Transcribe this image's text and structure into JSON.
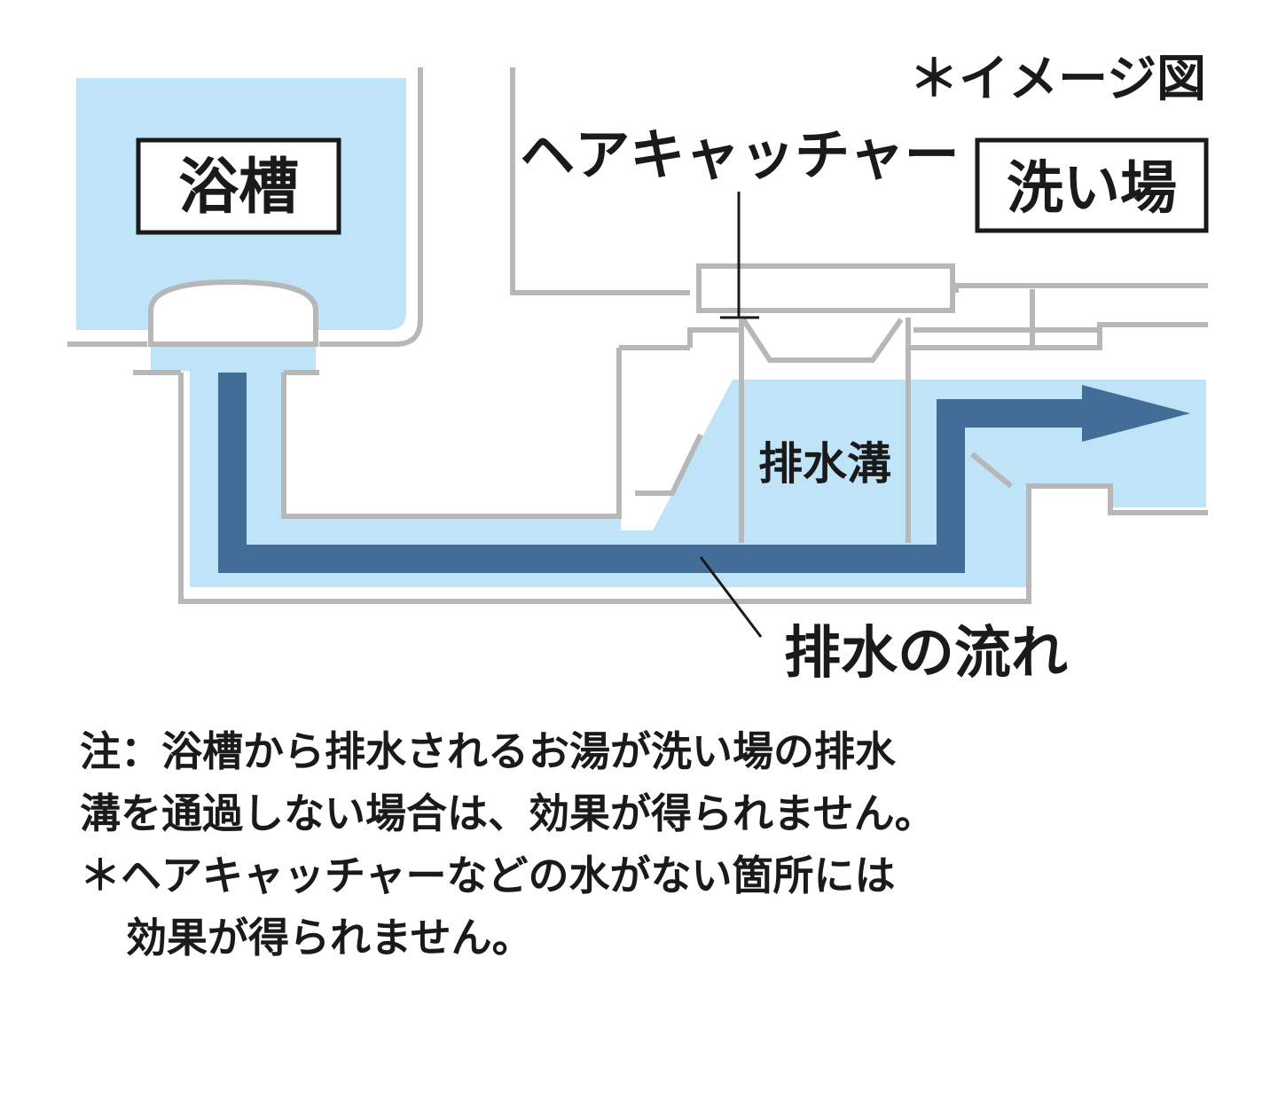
{
  "image_note": "＊イメージ図",
  "labels": {
    "bathtub": "浴槽",
    "washing_area": "洗い場",
    "hair_catcher": "ヘアキャッチャー",
    "drain_channel": "排水溝",
    "drain_flow": "排水の流れ"
  },
  "notes": {
    "line1": "注：浴槽から排水されるお湯が洗い場の排水",
    "line2": "溝を通過しない場合は、効果が得られません。",
    "line3": "＊ヘアキャッチャーなどの水がない箇所には",
    "line4": "効果が得られません。"
  },
  "colors": {
    "water": "#bfe3f7",
    "outline": "#b7b7b7",
    "flow_arrow": "#426d97",
    "text": "#1a1a1a"
  }
}
